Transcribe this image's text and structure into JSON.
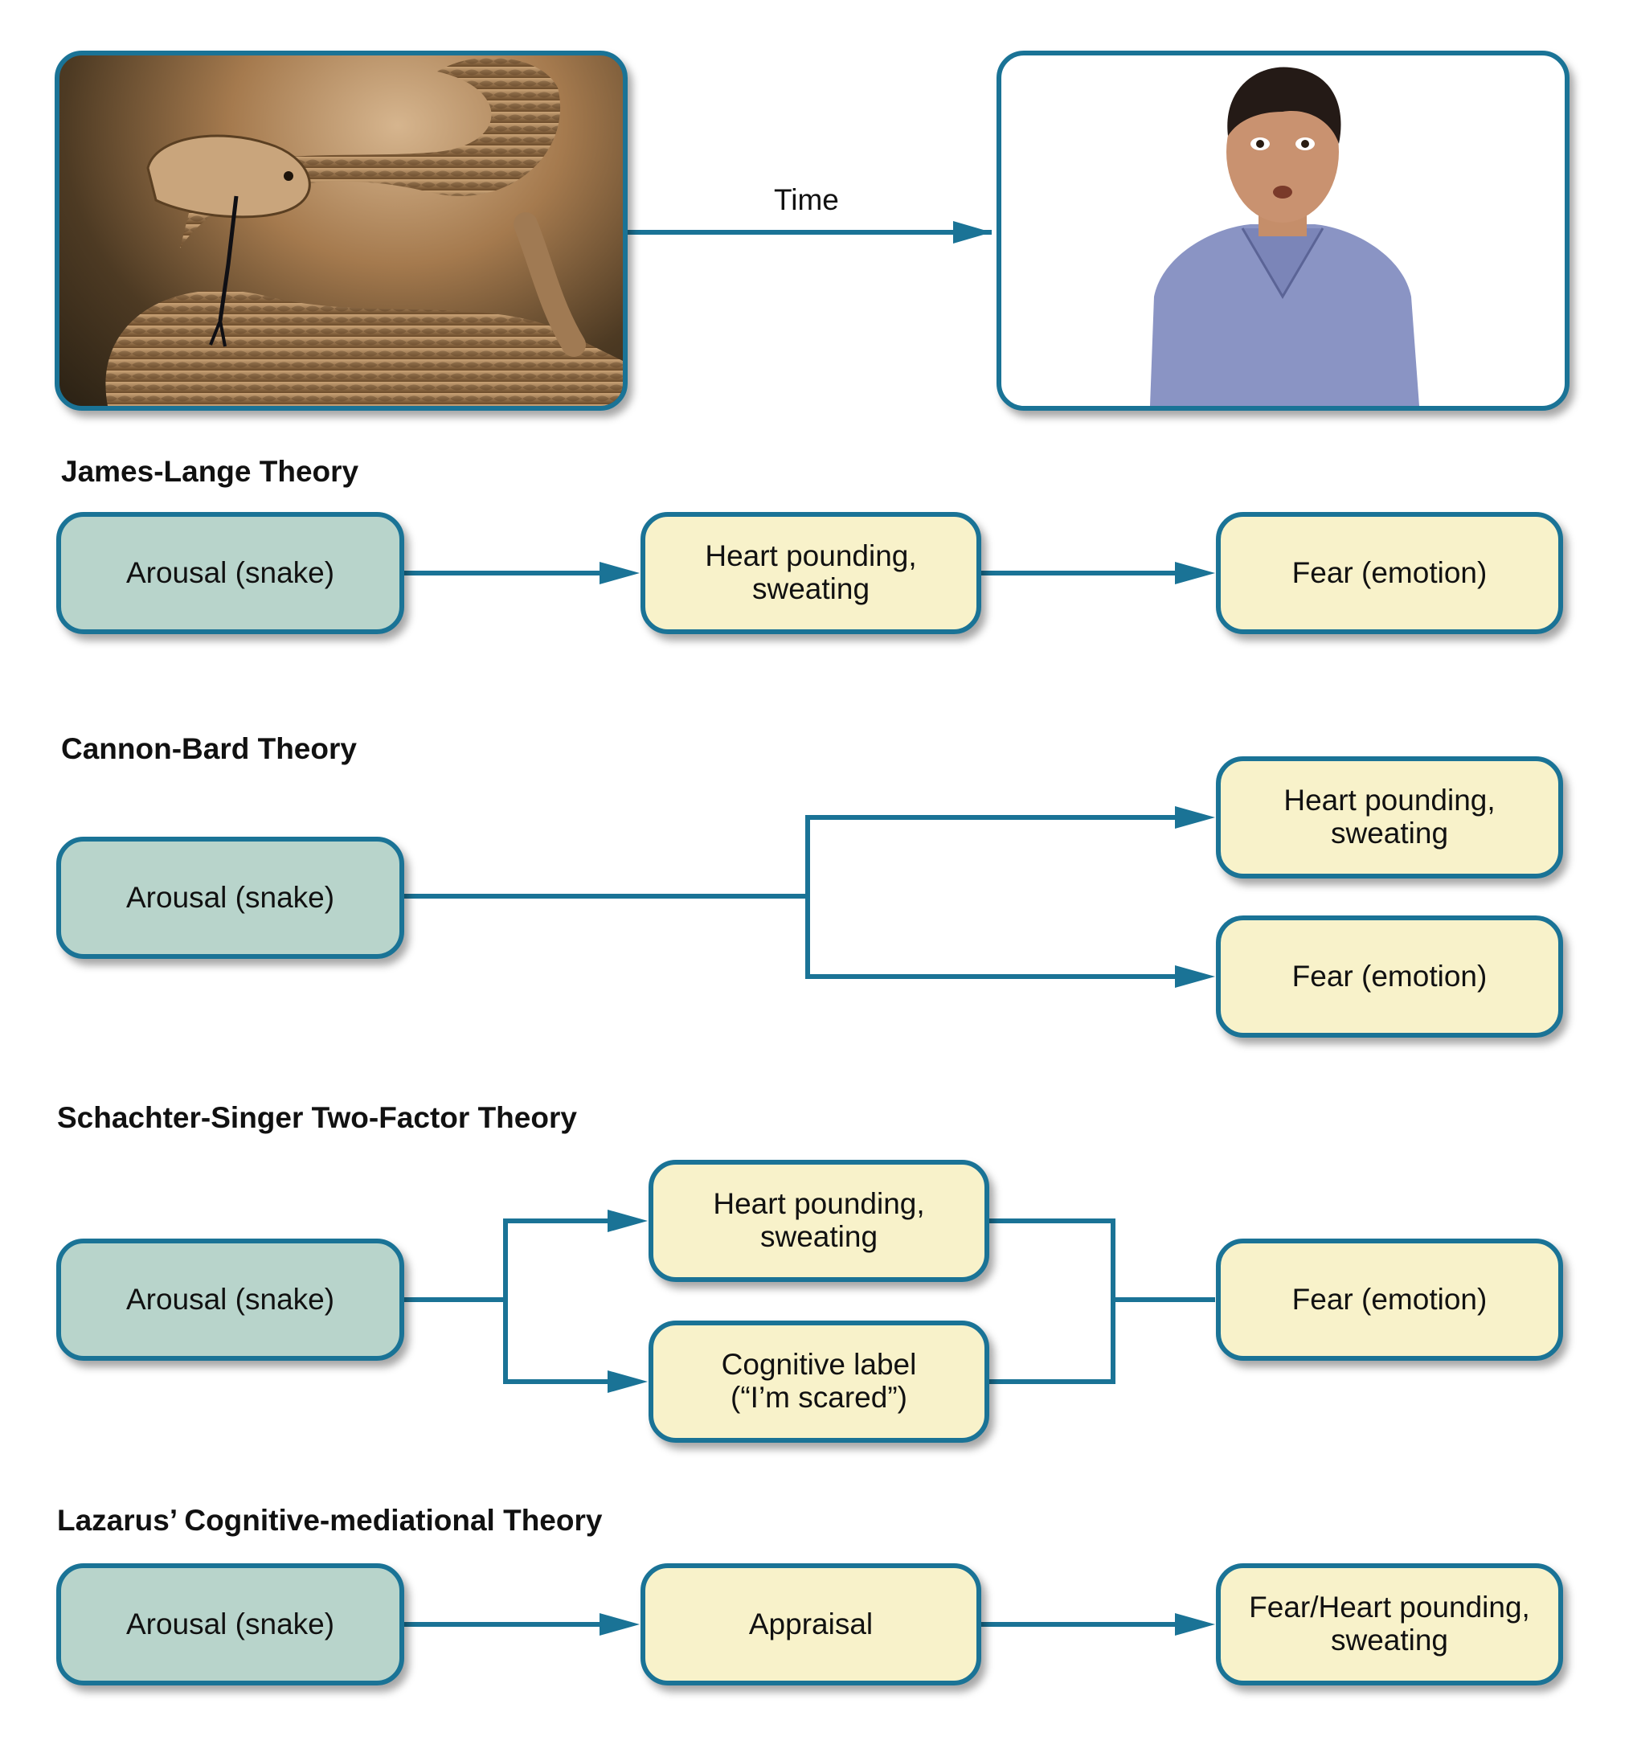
{
  "time_label": "Time",
  "photos": {
    "stimulus": "snake-photo",
    "reaction": "frightened-man-photo"
  },
  "colors": {
    "stroke": "#1a7396",
    "arousal_fill": "#b8d4cb",
    "response_fill": "#f8f2ca"
  },
  "theories": {
    "james_lange": {
      "title": "James-Lange Theory",
      "arousal": "Arousal (snake)",
      "physiology": "Heart pounding,\nsweating",
      "emotion": "Fear (emotion)"
    },
    "cannon_bard": {
      "title": "Cannon-Bard Theory",
      "arousal": "Arousal (snake)",
      "physiology": "Heart pounding,\nsweating",
      "emotion": "Fear (emotion)"
    },
    "schachter_singer": {
      "title": "Schachter-Singer Two-Factor Theory",
      "arousal": "Arousal (snake)",
      "physiology": "Heart pounding,\nsweating",
      "cognitive": "Cognitive label\n(“I’m scared”)",
      "emotion": "Fear (emotion)"
    },
    "lazarus": {
      "title": "Lazarus’ Cognitive-mediational Theory",
      "arousal": "Arousal (snake)",
      "appraisal": "Appraisal",
      "outcome": "Fear/Heart pounding,\nsweating"
    }
  }
}
